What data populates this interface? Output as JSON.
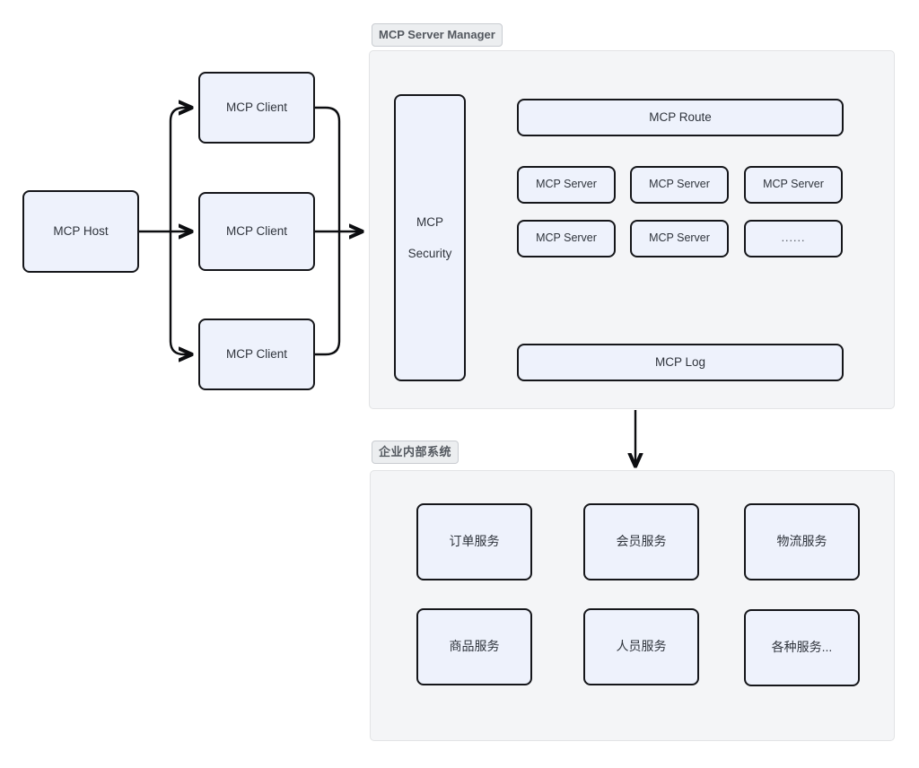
{
  "diagram": {
    "title_none": "",
    "groups": [
      {
        "key": "server_manager",
        "label": "MCP Server Manager"
      },
      {
        "key": "enterprise",
        "label": "企业内部系统"
      }
    ],
    "host": {
      "label": "MCP Host"
    },
    "clients": [
      {
        "label": "MCP Client"
      },
      {
        "label": "MCP Client"
      },
      {
        "label": "MCP Client"
      }
    ],
    "security": {
      "line1": "MCP",
      "line2": "Security"
    },
    "route": {
      "label": "MCP Route"
    },
    "log": {
      "label": "MCP Log"
    },
    "servers": [
      {
        "label": "MCP Server"
      },
      {
        "label": "MCP Server"
      },
      {
        "label": "MCP Server"
      },
      {
        "label": "MCP Server"
      },
      {
        "label": "MCP Server"
      },
      {
        "label": "......"
      }
    ],
    "services": [
      {
        "label": "订单服务"
      },
      {
        "label": "会员服务"
      },
      {
        "label": "物流服务"
      },
      {
        "label": "商品服务"
      },
      {
        "label": "人员服务"
      },
      {
        "label": "各种服务..."
      }
    ],
    "colors": {
      "node_fill": "#eef2fc",
      "node_border": "#15161a",
      "panel_fill": "#f4f5f7",
      "panel_border": "#e2e3e5",
      "label_fill": "#eceef0",
      "label_border": "#c9ccd1",
      "text": "#2f343c",
      "label_text": "#53585f",
      "edge": "#0c0d10"
    }
  }
}
